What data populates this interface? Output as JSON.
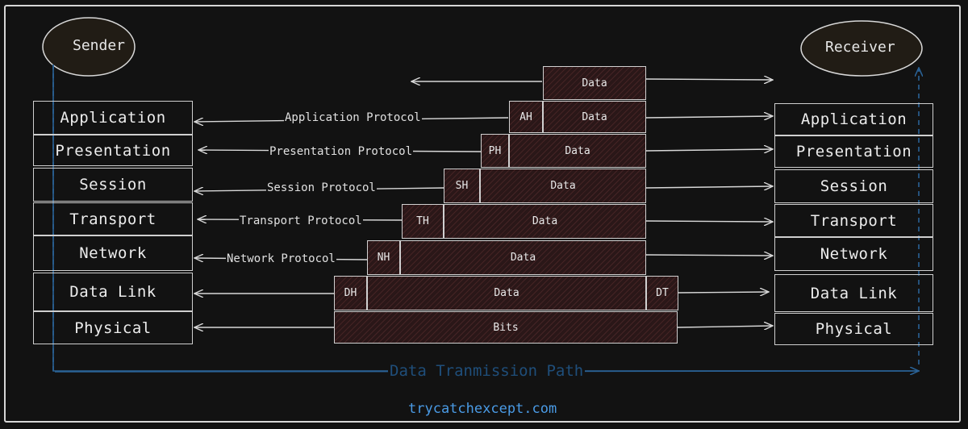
{
  "sender": {
    "label": "Sender"
  },
  "receiver": {
    "label": "Receiver"
  },
  "layers": [
    "Application",
    "Presentation",
    "Session",
    "Transport",
    "Network",
    "Data Link",
    "Physical"
  ],
  "protocols": [
    "Application Protocol",
    "Presentation Protocol",
    "Session Protocol",
    "Transport Protocol",
    "Network Protocol"
  ],
  "packets": {
    "top_data": "Data",
    "rows": [
      {
        "header": "AH",
        "payload": "Data"
      },
      {
        "header": "PH",
        "payload": "Data"
      },
      {
        "header": "SH",
        "payload": "Data"
      },
      {
        "header": "TH",
        "payload": "Data"
      },
      {
        "header": "NH",
        "payload": "Data"
      },
      {
        "header": "DH",
        "payload": "Data",
        "trailer": "DT"
      },
      {
        "payload": "Bits"
      }
    ]
  },
  "path_label": "Data Tranmission Path",
  "footer": "trycatchexcept.com",
  "colors": {
    "background": "#121212",
    "path": "#1f4e7a",
    "footer": "#4a9be6",
    "packet_fill": "#2a1718"
  }
}
